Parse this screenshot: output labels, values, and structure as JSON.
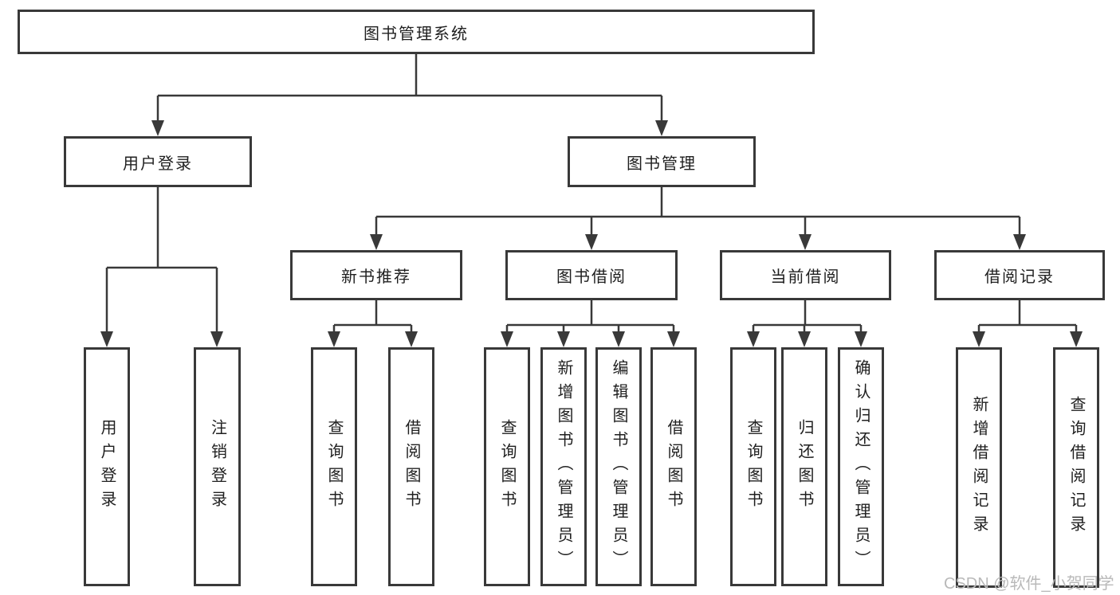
{
  "colors": {
    "line": "#393939",
    "box_border": "#393939",
    "box_fill": "#ffffff",
    "text": "#1f1f1f",
    "watermark": "#b9b9b9",
    "background": "#ffffff"
  },
  "watermark": {
    "text": "CSDN @软件_小贺同学"
  },
  "tree": {
    "root": {
      "label": "图书管理系统"
    },
    "branches": [
      {
        "label": "用户登录",
        "children": [
          {
            "label": "用户登录"
          },
          {
            "label": "注销登录"
          }
        ]
      },
      {
        "label": "图书管理",
        "children": [
          {
            "label": "新书推荐",
            "children": [
              {
                "label": "查询图书"
              },
              {
                "label": "借阅图书"
              }
            ]
          },
          {
            "label": "图书借阅",
            "children": [
              {
                "label": "查询图书"
              },
              {
                "label": "新增图书（管理员）"
              },
              {
                "label": "编辑图书（管理员）"
              },
              {
                "label": "借阅图书"
              }
            ]
          },
          {
            "label": "当前借阅",
            "children": [
              {
                "label": "查询图书"
              },
              {
                "label": "归还图书"
              },
              {
                "label": "确认归还（管理员）"
              }
            ]
          },
          {
            "label": "借阅记录",
            "children": [
              {
                "label": "新增借阅记录"
              },
              {
                "label": "查询借阅记录"
              }
            ]
          }
        ]
      }
    ]
  }
}
